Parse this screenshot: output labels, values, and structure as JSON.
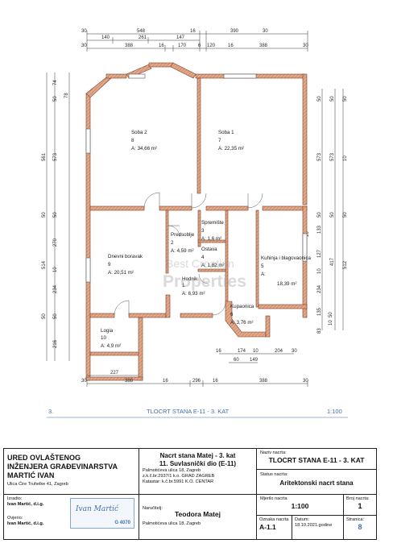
{
  "dimensions": {
    "top_row1": [
      "30",
      "548",
      "16",
      "390",
      "30"
    ],
    "top_row2": [
      "140",
      "261",
      "147"
    ],
    "top_row3": [
      "30",
      "388",
      "16",
      "170",
      "6",
      "120",
      "16",
      "388",
      "30"
    ],
    "left": [
      "74",
      "78",
      "50",
      "561",
      "573",
      "50",
      "50",
      "270",
      "514",
      "10",
      "234",
      "50",
      "50",
      "216"
    ],
    "right_inner": [
      "50",
      "573",
      "50",
      "10",
      "133",
      "127",
      "10",
      "234",
      "135",
      "83",
      "10",
      "50"
    ],
    "right_outer": [
      "50",
      "573",
      "50",
      "417",
      "512",
      "50",
      "10",
      "50"
    ],
    "bottom_mid": [
      "16",
      "174",
      "10",
      "204",
      "30"
    ],
    "bottom_mid2": [
      "60",
      "149"
    ],
    "bottom_227": "227",
    "bottom_row": [
      "30",
      "388",
      "16",
      "296",
      "16",
      "388",
      "30"
    ]
  },
  "rooms": [
    {
      "name": "Soba 2",
      "num": "8",
      "area": "A: 34,66 m²"
    },
    {
      "name": "Soba 1",
      "num": "7",
      "area": "A: 22,35 m²"
    },
    {
      "name": "Spremište",
      "num": "3",
      "area": "A:   1,6 m²"
    },
    {
      "name": "Predsoblje",
      "num": "2",
      "area": "A: 4,59 m²"
    },
    {
      "name": "Ostava",
      "num": "4",
      "area": "A: 1,82 m²"
    },
    {
      "name": "Dnevni boravak",
      "num": "9",
      "area": "A:    20,51 m²"
    },
    {
      "name": "Kuhinja i blagovaonica",
      "num": "5",
      "area": "A:",
      "area2": "18,39 m²"
    },
    {
      "name": "Hodnik",
      "num": "1",
      "area": "A: 6,93 m²"
    },
    {
      "name": "Kupaonica",
      "num": "6",
      "area": "A: 3,76 m²"
    },
    {
      "name": "Logia",
      "num": "10",
      "area": "A: 4,9 m²"
    }
  ],
  "sheet": {
    "number": "3.",
    "title": "TLOCRT STANA E-11 - 3. KAT",
    "scale": "1:100"
  },
  "watermark": {
    "line1": "Best Croatian",
    "line2": "Properties"
  },
  "titleblock": {
    "office_line1": "URED OVLAŠTENOG",
    "office_line2": "INŽENJERA GRAĐEVINARSTVA",
    "office_line3": "MARTIĆ IVAN",
    "office_address": "Ulica Ćire Truhelke 41, Zagreb",
    "izradio_label": "Izradio:",
    "izradio_name": "Ivan Martić, d.i.g.",
    "ovjerio_label": "Ovjerio:",
    "ovjerio_name": "Ivan Martić, d.i.g.",
    "stamp_name": "Ivan Martić",
    "stamp_code": "G 4070",
    "project_line1": "Nacrt stana Matej - 3. kat",
    "project_line2": "11. Suvlasnički dio (E-11)",
    "project_addr1": "Palmotićeva ulica 18, Zagreb",
    "project_addr2": "z.k.č.br.2937/1 k.o. GRAD ZAGREB",
    "project_addr3": "Katastar: k.č.br.5991 K.O. CENTAR",
    "client_label": "Naručitelj:",
    "client_name": "Teodora Matej",
    "client_addr": "Palmotićeva ulica 18, Zagreb",
    "drawing_label": "Naziv nacrta:",
    "drawing_name": "TLOCRT STANA E-11 - 3. KAT",
    "status_label": "Status nacrta:",
    "status_value": "Aritektonski nacrt stana",
    "scale_label": "Mjerilo nacrta",
    "scale_value": "1:100",
    "sheetnum_label": "Broj nacrta:",
    "sheetnum_value": "1",
    "mark_label": "Oznaka nacrta",
    "mark_value": "A-1.1",
    "date_label": "Datum:",
    "date_value": "18.10.2021.godine",
    "page_label": "Stranica:",
    "page_value": "8"
  },
  "colors": {
    "wall": "#d89a7a",
    "wall_stroke": "#7a3f28",
    "accent": "#3f6fb3",
    "dim_line": "#333333"
  }
}
